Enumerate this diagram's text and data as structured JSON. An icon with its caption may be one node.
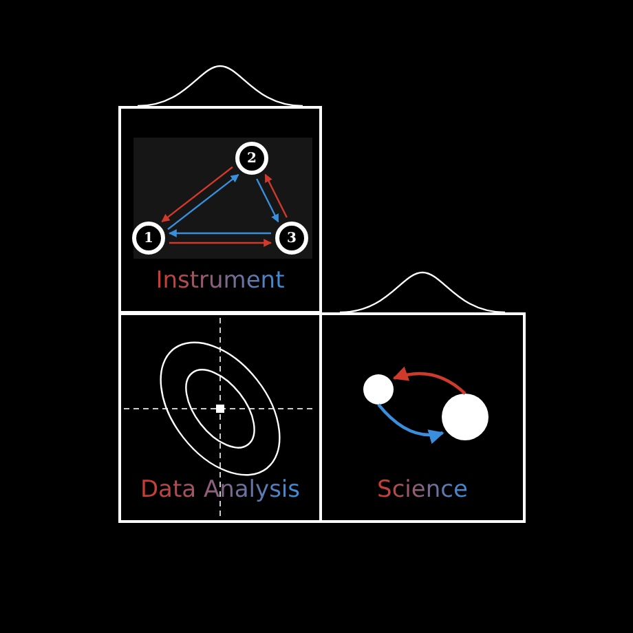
{
  "diagram": {
    "nodes": [
      {
        "text": [
          "Instrument"
        ]
      },
      {
        "text": [
          "1"
        ],
        "in": 0
      },
      {
        "text": [
          "2"
        ],
        "in": 0
      },
      {
        "text": [
          "3"
        ],
        "in": 0
      },
      {
        "text": [
          "Data Analysis"
        ]
      },
      {
        "text": [
          "Science"
        ]
      },
      {
        "text": [],
        "shape": "circle",
        "in": 5
      },
      {
        "text": [],
        "shape": "circle",
        "in": 5
      }
    ],
    "edges": [
      {
        "from": 2,
        "to": 1,
        "arrow": "to",
        "color": "#d03a2c"
      },
      {
        "from": 1,
        "to": 2,
        "arrow": "to",
        "color": "#3a8fdc"
      },
      {
        "from": 2,
        "to": 3,
        "arrow": "to",
        "color": "#3a8fdc"
      },
      {
        "from": 3,
        "to": 2,
        "arrow": "to",
        "color": "#d03a2c"
      },
      {
        "from": 3,
        "to": 1,
        "arrow": "to",
        "color": "#3a8fdc"
      },
      {
        "from": 1,
        "to": 3,
        "arrow": "to",
        "color": "#d03a2c"
      },
      {
        "from": 7,
        "to": 6,
        "arrow": "to",
        "color": "#d03a2c"
      },
      {
        "from": 6,
        "to": 7,
        "arrow": "to",
        "color": "#3a8fdc"
      }
    ]
  }
}
